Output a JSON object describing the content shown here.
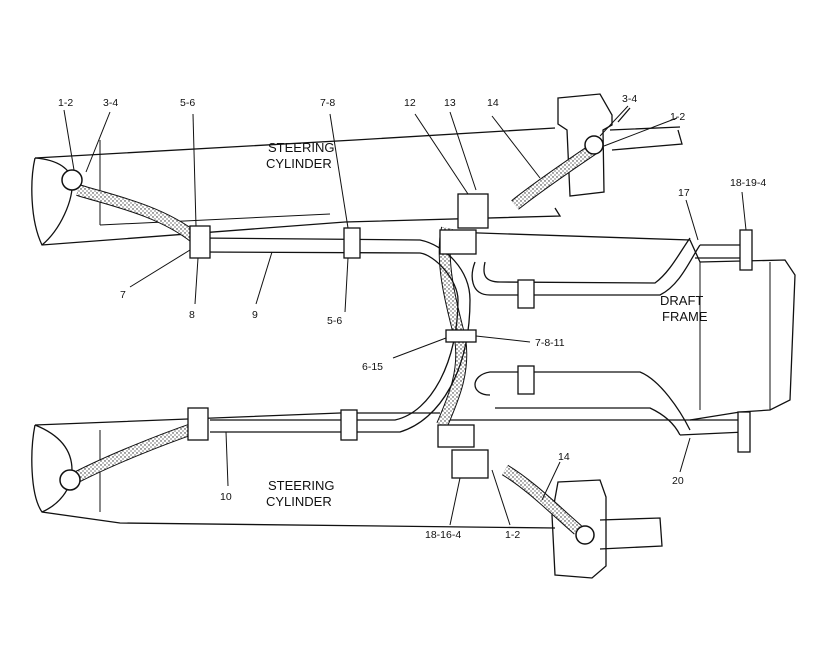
{
  "diagram": {
    "part_labels": {
      "top_left_fitting_1": "1-2",
      "top_left_fitting_2": "3-4",
      "top_clamp_left": "5-6",
      "top_clamp_mid": "7-8",
      "top_valve_12": "12",
      "top_valve_13": "13",
      "top_hose_14": "14",
      "top_right_fitting_2": "3-4",
      "top_right_fitting_1": "1-2",
      "tube_17": "17",
      "right_bracket_top": "18-19-4",
      "label_7": "7",
      "label_8": "8",
      "label_9": "9",
      "label_5_6_lower": "5-6",
      "center_clamp": "7-8-11",
      "center_block": "6-15",
      "label_10": "10",
      "bottom_valve": "18-16-4",
      "bottom_fitting": "1-2",
      "bottom_hose_14": "14",
      "tube_20": "20"
    },
    "annotations": {
      "top_cylinder_line1": "STEERING",
      "top_cylinder_line2": "CYLINDER",
      "bottom_cylinder_line1": "STEERING",
      "bottom_cylinder_line2": "CYLINDER",
      "frame_line1": "DRAFT",
      "frame_line2": "FRAME"
    }
  }
}
